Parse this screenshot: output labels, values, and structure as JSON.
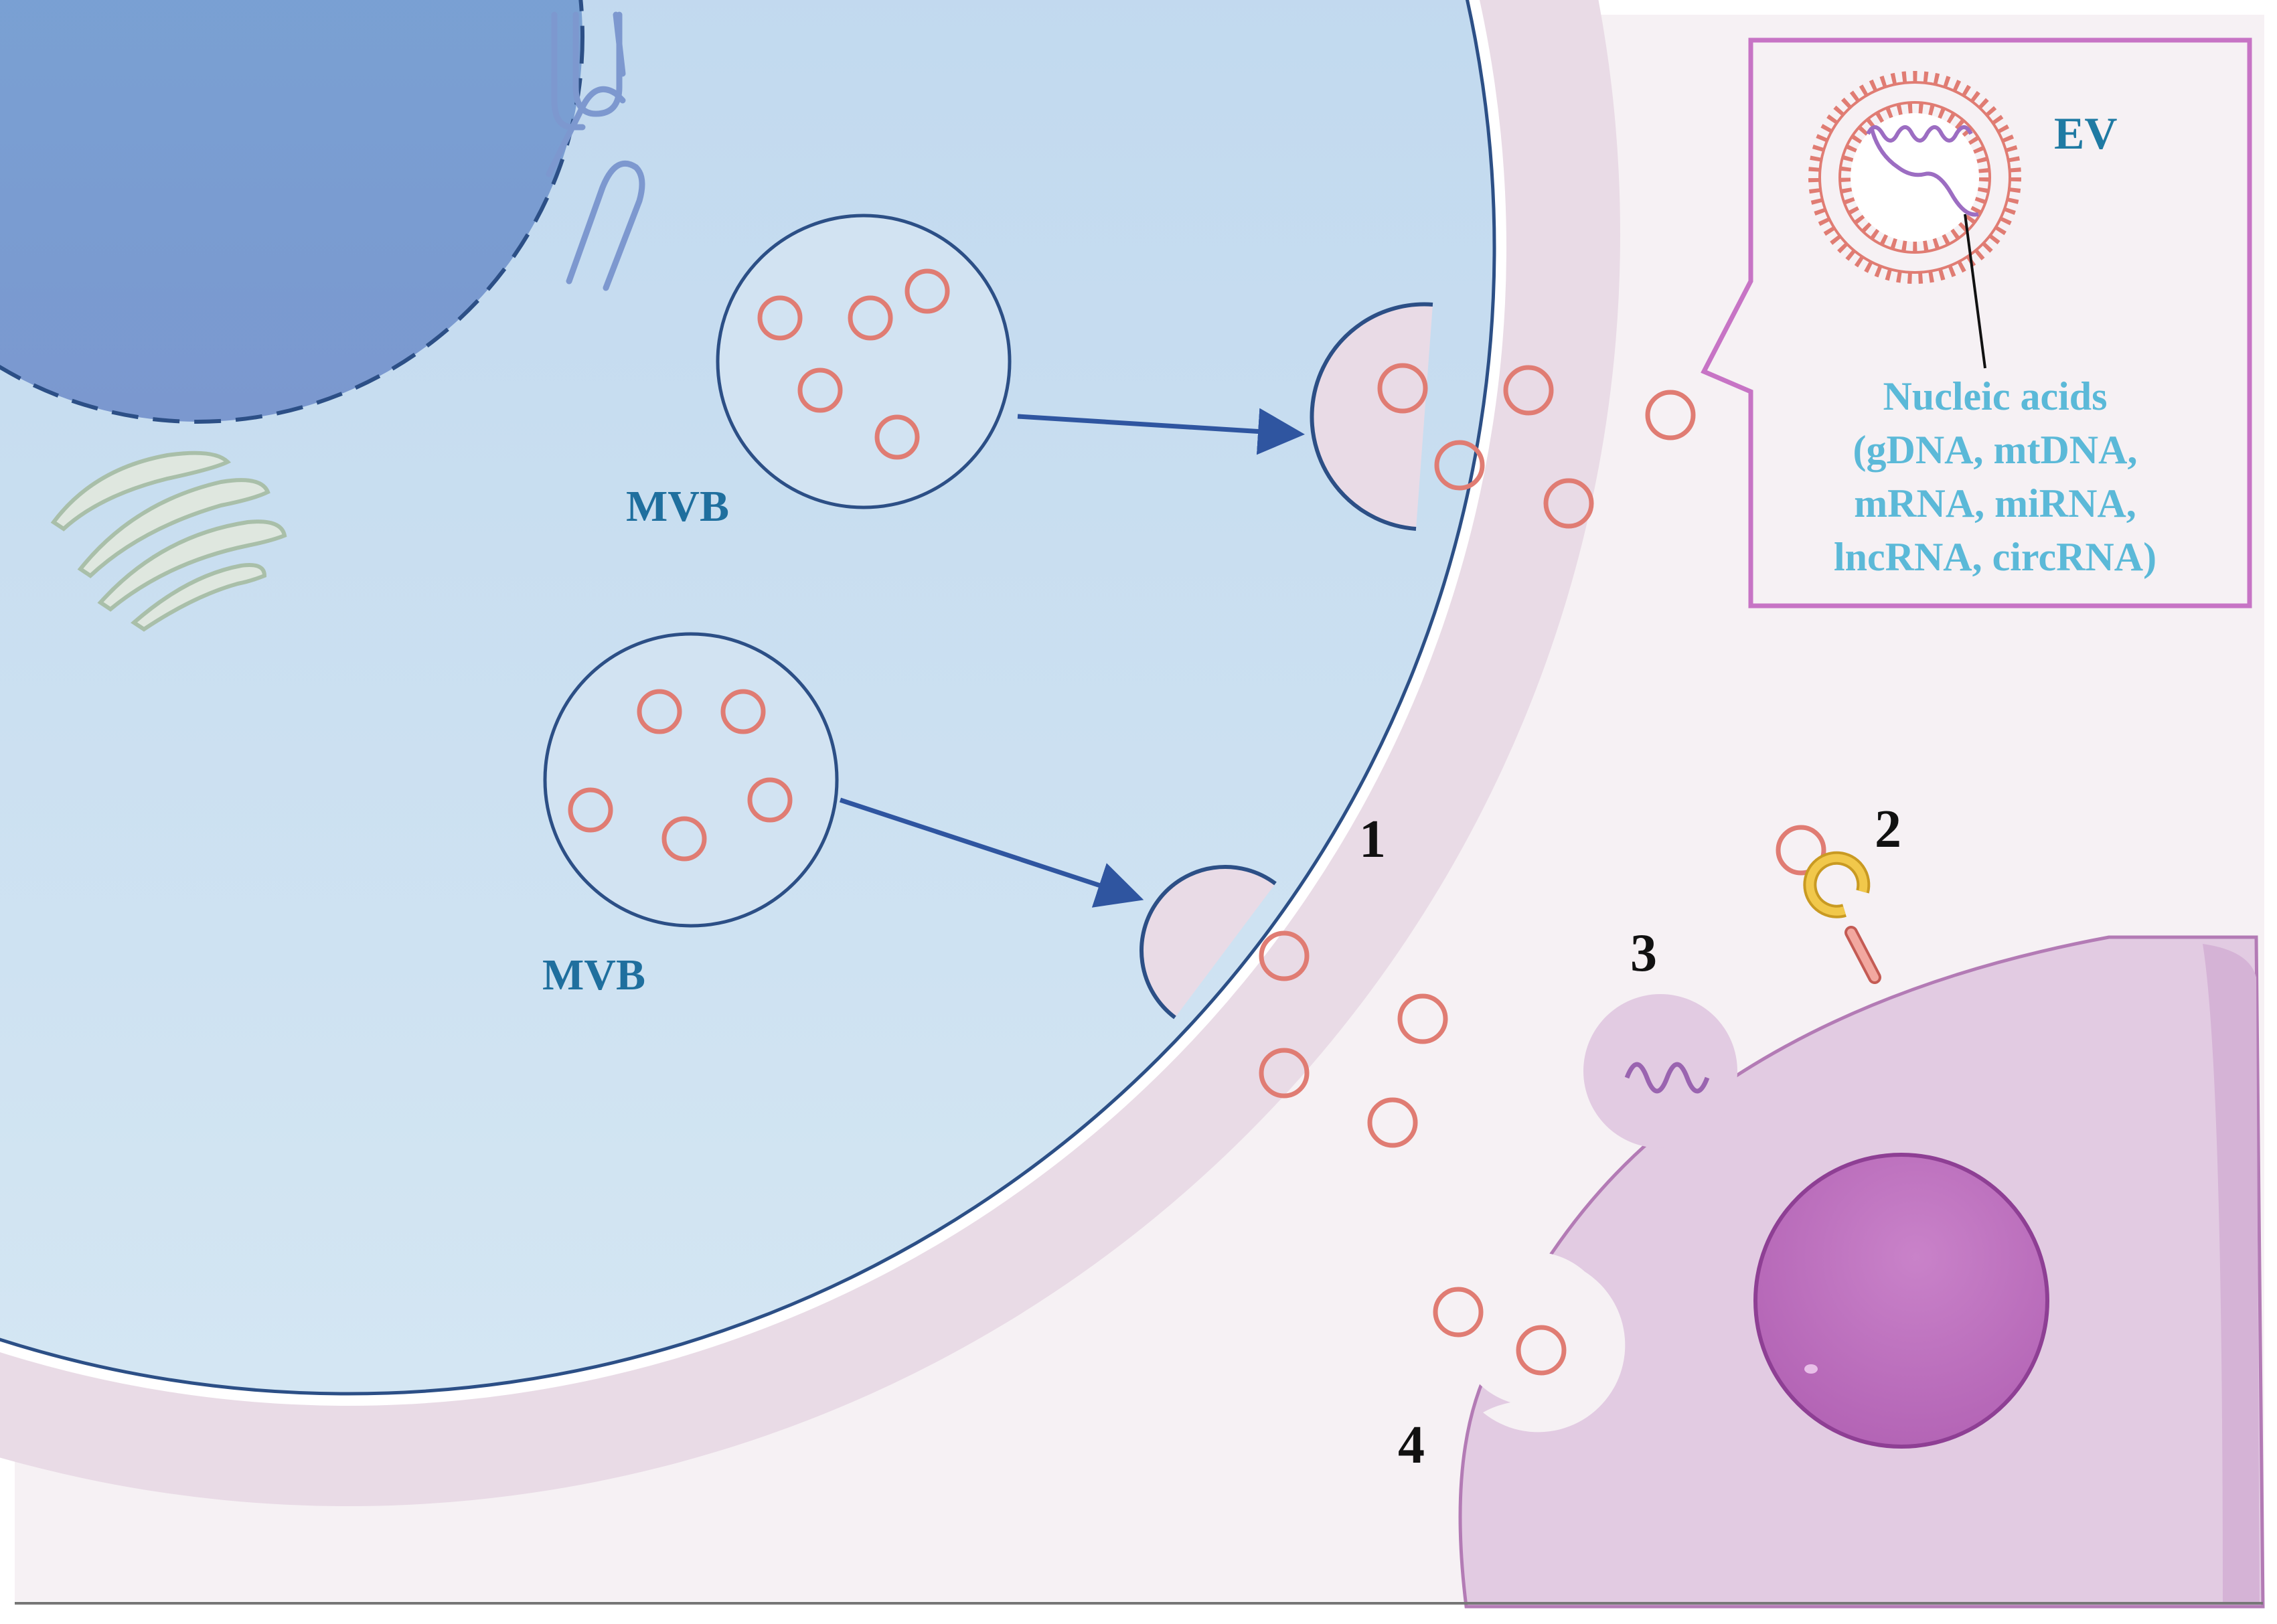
{
  "labels": {
    "mvb_upper": "MVB",
    "mvb_lower": "MVB",
    "step_1": "1",
    "step_2": "2",
    "step_3": "3",
    "step_4": "4",
    "ev": "EV",
    "nucleic_line1": "Nucleic acids",
    "nucleic_line2": "(gDNA, mtDNA,",
    "nucleic_line3": "mRNA, miRNA,",
    "nucleic_line4": "lncRNA, circRNA)"
  },
  "colors": {
    "cytoplasm": "#bdd6ee",
    "nucleus": "#7fa3d1",
    "extracellular": "#f6f1f4",
    "membrane_band": "#e9dbe6",
    "recipient_cell": "#e2cbe2",
    "recipient_nucleus": "#bb6bbd",
    "vesicle": "#e07c73",
    "arrow": "#2f55a0",
    "callout_border": "#c774c5"
  }
}
